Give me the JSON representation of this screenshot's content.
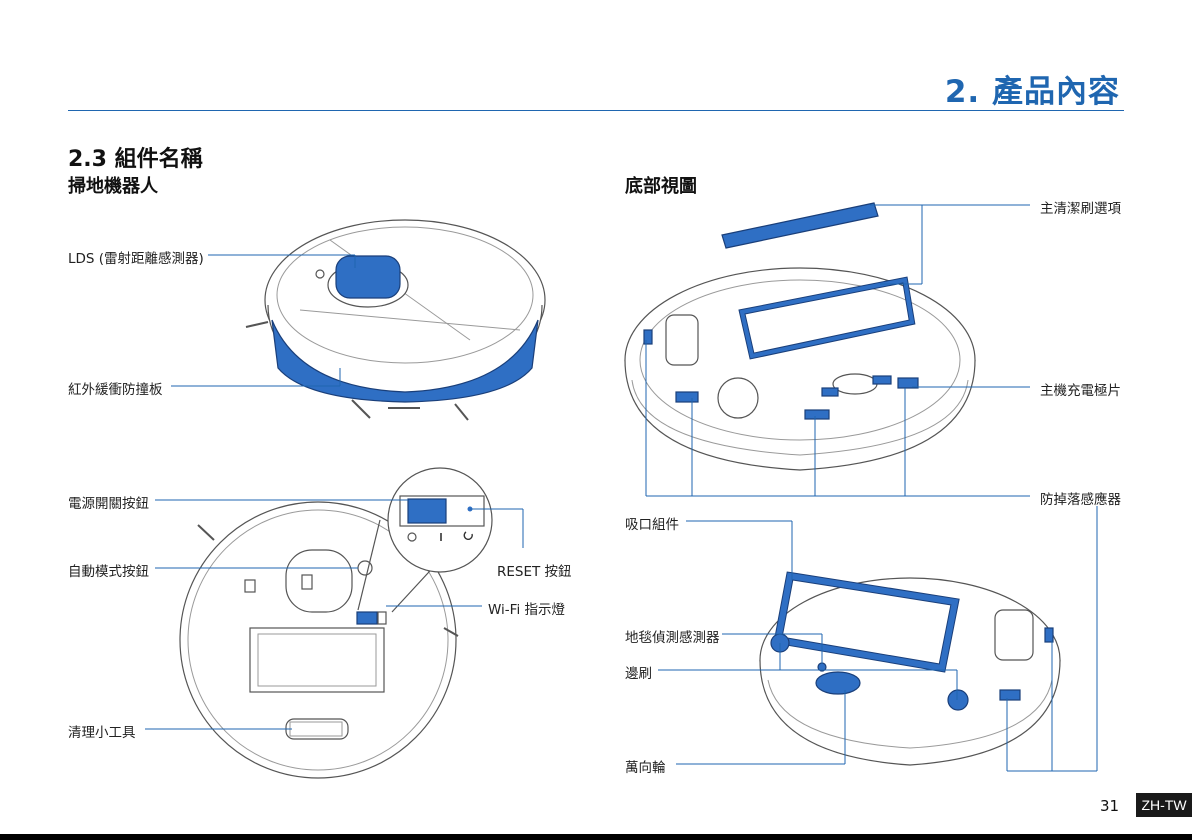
{
  "header": {
    "chapter_title": "2. 產品內容"
  },
  "section": {
    "title": "2.3 組件名稱"
  },
  "left": {
    "subtitle": "掃地機器人",
    "labels": {
      "lds": "LDS (雷射距離感測器)",
      "bumper": "紅外緩衝防撞板",
      "power_button": "電源開關按鈕",
      "auto_button": "自動模式按鈕",
      "reset_button": "RESET 按鈕",
      "wifi_light": "Wi-Fi 指示燈",
      "cleaning_tool": "清理小工具"
    }
  },
  "right": {
    "subtitle": "底部視圖",
    "labels": {
      "main_brush": "主清潔刷選項",
      "charging_contacts": "主機充電極片",
      "cliff_sensors": "防掉落感應器",
      "suction_assembly": "吸口組件",
      "carpet_sensor": "地毯偵測感測器",
      "side_brush": "邊刷",
      "caster_wheel": "萬向輪"
    }
  },
  "footer": {
    "page_number": "31",
    "language": "ZH-TW"
  },
  "colors": {
    "accent": "#1f66b0",
    "part_highlight": "#2f6fc4"
  }
}
